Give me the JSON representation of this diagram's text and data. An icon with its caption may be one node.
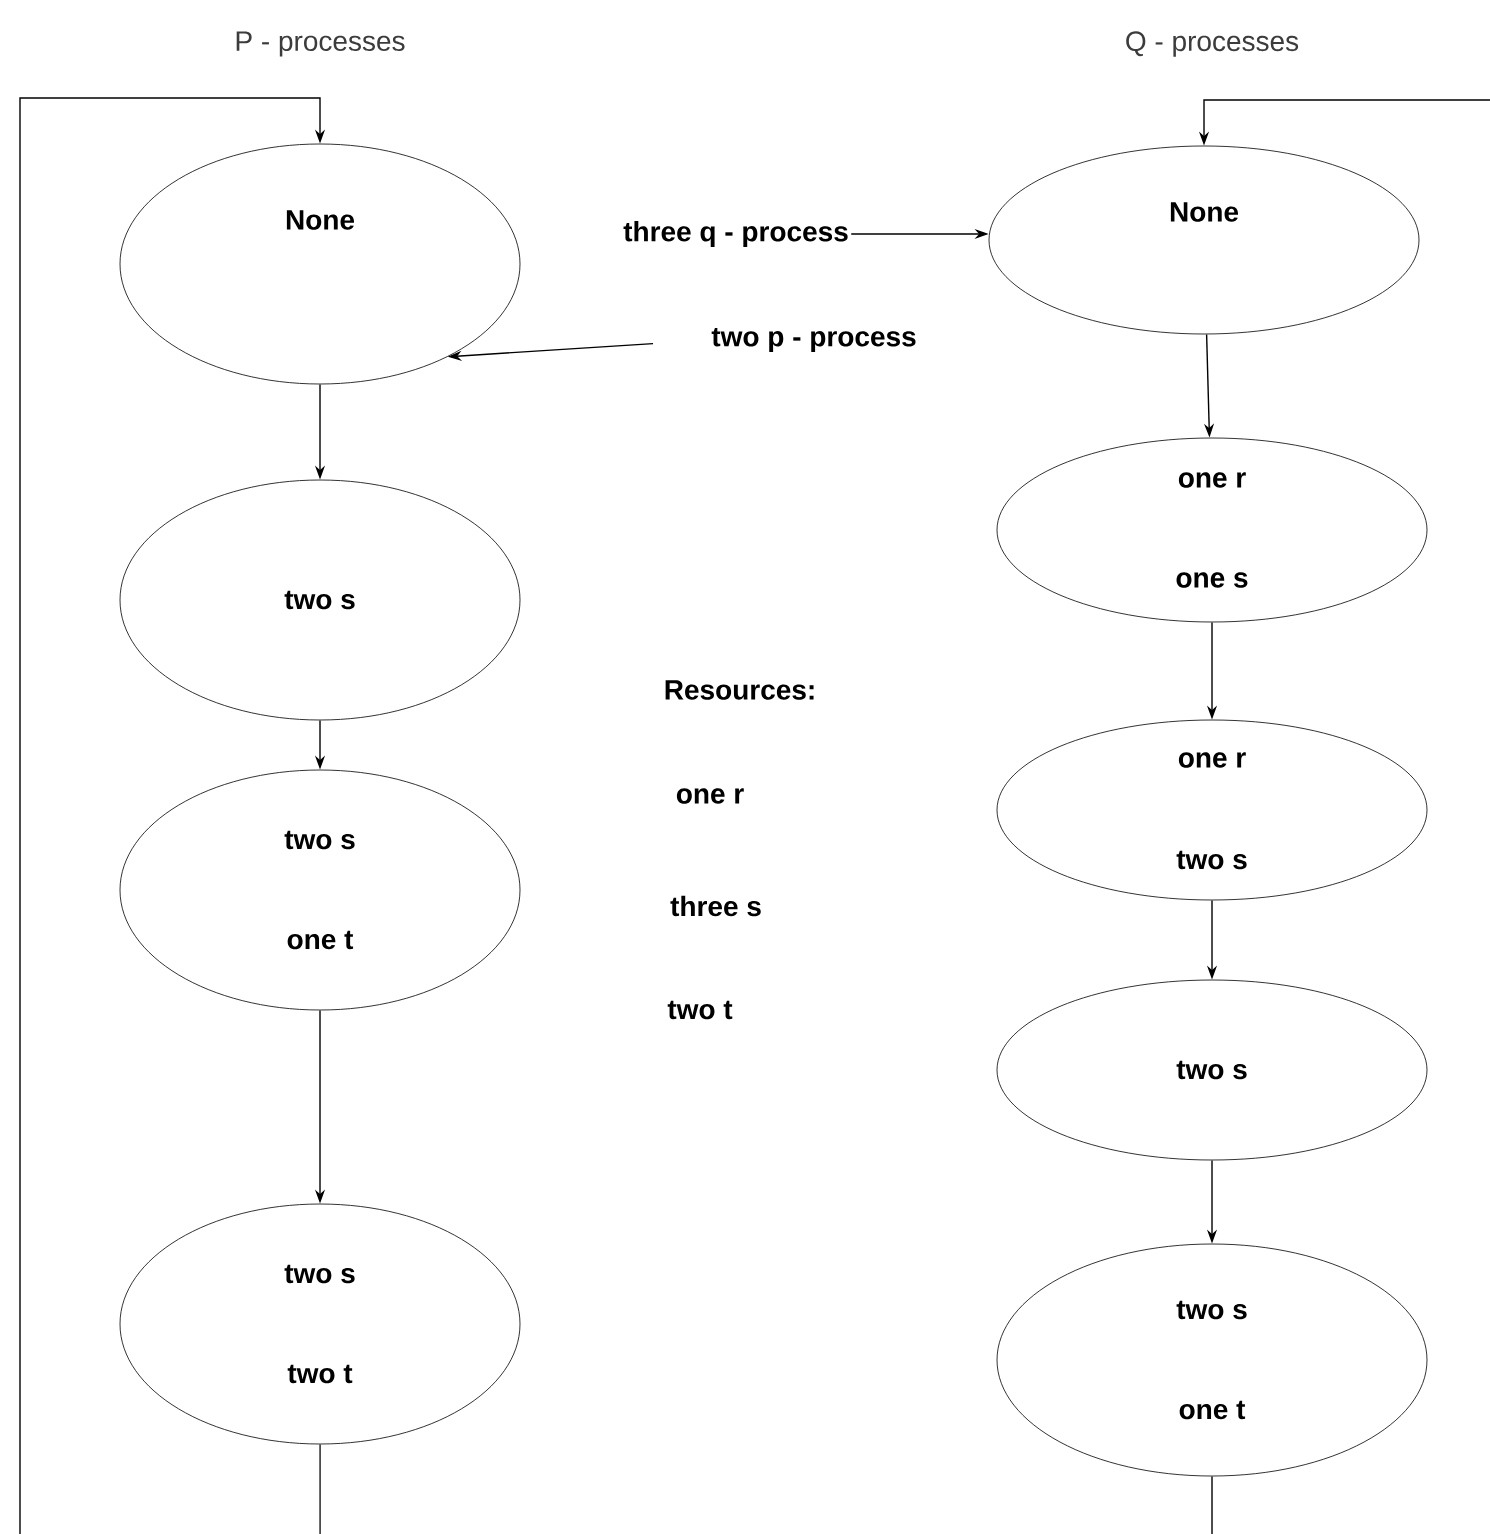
{
  "diagram": {
    "nodes": [
      {
        "text": [
          "None"
        ]
      },
      {
        "text": [
          "two s"
        ]
      },
      {
        "text": [
          "two s",
          "one t"
        ]
      },
      {
        "text": [
          "two s",
          "two t"
        ]
      },
      {
        "text": [
          "None"
        ]
      },
      {
        "text": [
          "one r",
          "one s"
        ]
      },
      {
        "text": [
          "one r",
          "two s"
        ]
      },
      {
        "text": [
          "two s"
        ]
      },
      {
        "text": [
          "two s",
          "one t"
        ]
      },
      {
        "text": [
          "three q - process"
        ]
      },
      {
        "text": [
          "two p - process"
        ]
      }
    ],
    "edges": [
      {
        "from": 0,
        "to": 1,
        "arrow": "to"
      },
      {
        "from": 1,
        "to": 2,
        "arrow": "to"
      },
      {
        "from": 2,
        "to": 3,
        "arrow": "to"
      },
      {
        "from": 3,
        "to": null,
        "arrow": "none"
      },
      {
        "from": null,
        "to": 0,
        "arrow": "to"
      },
      {
        "from": 4,
        "to": 5,
        "arrow": "to"
      },
      {
        "from": 5,
        "to": 6,
        "arrow": "to"
      },
      {
        "from": 6,
        "to": 7,
        "arrow": "to"
      },
      {
        "from": 7,
        "to": 8,
        "arrow": "to"
      },
      {
        "from": 8,
        "to": null,
        "arrow": "none"
      },
      {
        "from": null,
        "to": 4,
        "arrow": "to"
      },
      {
        "from": 9,
        "to": 4,
        "arrow": "to"
      },
      {
        "from": 10,
        "to": 0,
        "arrow": "to"
      }
    ],
    "labels": [
      "P - processes",
      "Q - processes",
      "Resources:",
      "one r",
      "three s",
      "two t"
    ]
  }
}
